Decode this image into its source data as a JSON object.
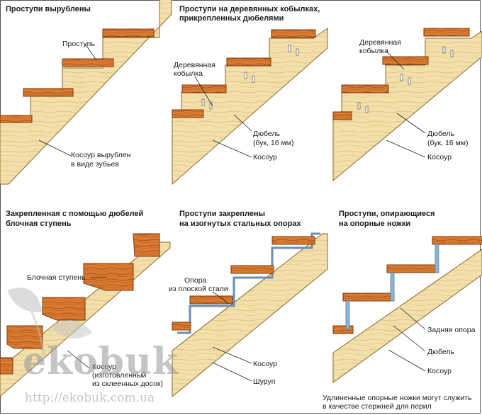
{
  "panels": [
    {
      "title": "Проступи вырублены",
      "labels": [
        "Проступь",
        "Косоур вырублен",
        "в виде зубьев"
      ]
    },
    {
      "title_line1": "Проступи на деревянных кобылках,",
      "title_line2": "прикрепленных дюбелями",
      "labels": [
        "Деревянная",
        "кобылка",
        "Дюбель",
        "(бук, 16 мм)",
        "Косоур"
      ]
    },
    {
      "labels": [
        "Деревянная",
        "кобылка",
        "Дюбель",
        "(бук, 16 мм)",
        "Косоур"
      ]
    },
    {
      "title_line1": "Закрепленная с помощью дюбелей",
      "title_line2": "блочная ступень",
      "labels": [
        "Блочная ступень",
        "Косоур",
        "(изготовленный",
        "из склеенных досок)"
      ]
    },
    {
      "title_line1": "Проступи закреплены",
      "title_line2": "на изогнутых стальных опорах",
      "labels": [
        "Опора",
        "из плоской стали",
        "Косоур",
        "Шуруп"
      ]
    },
    {
      "title_line1": "Проступи, опирающиеся",
      "title_line2": "на опорные ножки",
      "labels": [
        "Задняя опора",
        "Дюбель",
        "Косоур"
      ],
      "caption_line1": "Удлиненные опорные ножки могут служить",
      "caption_line2": "в качестве стержней для перил"
    }
  ],
  "watermark": {
    "brand": "ekobuk",
    "url": "http://ekobuk.com.ua"
  },
  "colors": {
    "tread": "#d97a2f",
    "stringer": "#f3dfaa",
    "steel": "#6a8fb0"
  }
}
